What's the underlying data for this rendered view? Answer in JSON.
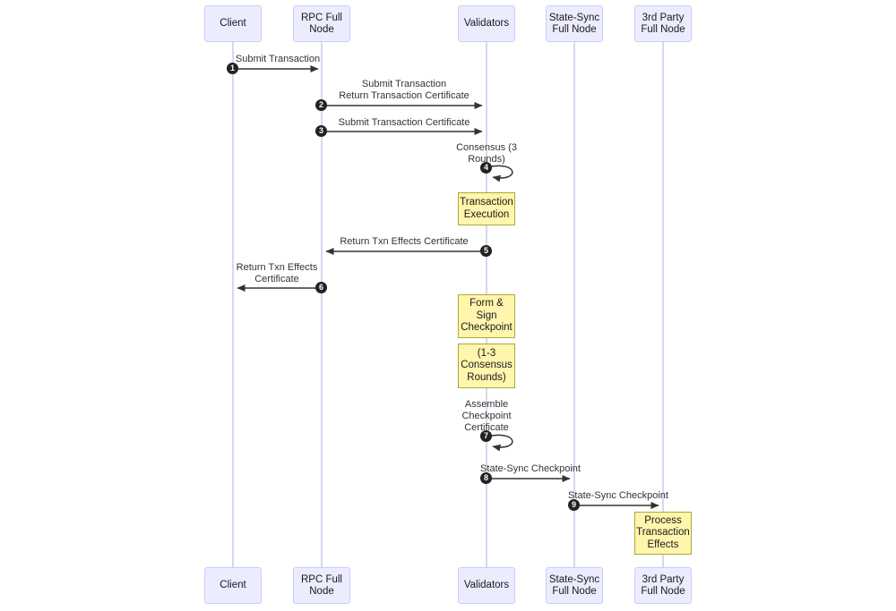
{
  "diagram": {
    "type": "sequence-diagram",
    "participants": [
      {
        "id": "client",
        "label": "Client"
      },
      {
        "id": "rpc-full-node",
        "label": "RPC Full Node"
      },
      {
        "id": "validators",
        "label": "Validators"
      },
      {
        "id": "state-sync-full-node",
        "label": "State-Sync Full Node"
      },
      {
        "id": "third-party-full-node",
        "label": "3rd Party Full Node"
      }
    ],
    "messages": [
      {
        "seq": "1",
        "from": "Client",
        "to": "RPC Full Node",
        "self": false,
        "lines": [
          "Submit Transaction"
        ]
      },
      {
        "seq": "2",
        "from": "RPC Full Node",
        "to": "Validators",
        "self": false,
        "lines": [
          "Submit Transaction",
          "Return Transaction Certificate"
        ]
      },
      {
        "seq": "3",
        "from": "RPC Full Node",
        "to": "Validators",
        "self": false,
        "lines": [
          "Submit Transaction Certificate"
        ]
      },
      {
        "seq": "4",
        "from": "Validators",
        "to": "Validators",
        "self": true,
        "lines": [
          "Consensus (3",
          "Rounds)"
        ]
      },
      {
        "seq": "5",
        "from": "Validators",
        "to": "RPC Full Node",
        "self": false,
        "lines": [
          "Return Txn Effects Certificate"
        ]
      },
      {
        "seq": "6",
        "from": "RPC Full Node",
        "to": "Client",
        "self": false,
        "lines": [
          "Return Txn Effects",
          "Certificate"
        ]
      },
      {
        "seq": "7",
        "from": "Validators",
        "to": "Validators",
        "self": true,
        "lines": [
          "Assemble",
          "Checkpoint",
          "Certificate"
        ]
      },
      {
        "seq": "8",
        "from": "Validators",
        "to": "State-Sync Full Node",
        "self": false,
        "lines": [
          "State-Sync Checkpoint"
        ]
      },
      {
        "seq": "9",
        "from": "State-Sync Full Node",
        "to": "3rd Party Full Node",
        "self": false,
        "lines": [
          "State-Sync Checkpoint"
        ]
      }
    ],
    "notes": [
      {
        "over": "Validators",
        "lines": [
          "Transaction",
          "Execution"
        ]
      },
      {
        "over": "Validators",
        "lines": [
          "Form &",
          "Sign",
          "Checkpoint"
        ]
      },
      {
        "over": "Validators",
        "lines": [
          "(1-3",
          "Consensus",
          "Rounds)"
        ]
      },
      {
        "over": "3rd Party Full Node",
        "lines": [
          "Process",
          "Transaction",
          "Effects"
        ]
      }
    ],
    "colors": {
      "background": "#FFFFFF",
      "participant_fill": "#ECECFF",
      "participant_border": "#CCCCFF",
      "lifeline": "#CFC7EC",
      "note_fill": "#FFF5AD",
      "note_border": "#AAAA33",
      "arrow": "#333333",
      "text": "#333333",
      "badge_fill": "#222222",
      "badge_text": "#FFFFFF"
    }
  }
}
